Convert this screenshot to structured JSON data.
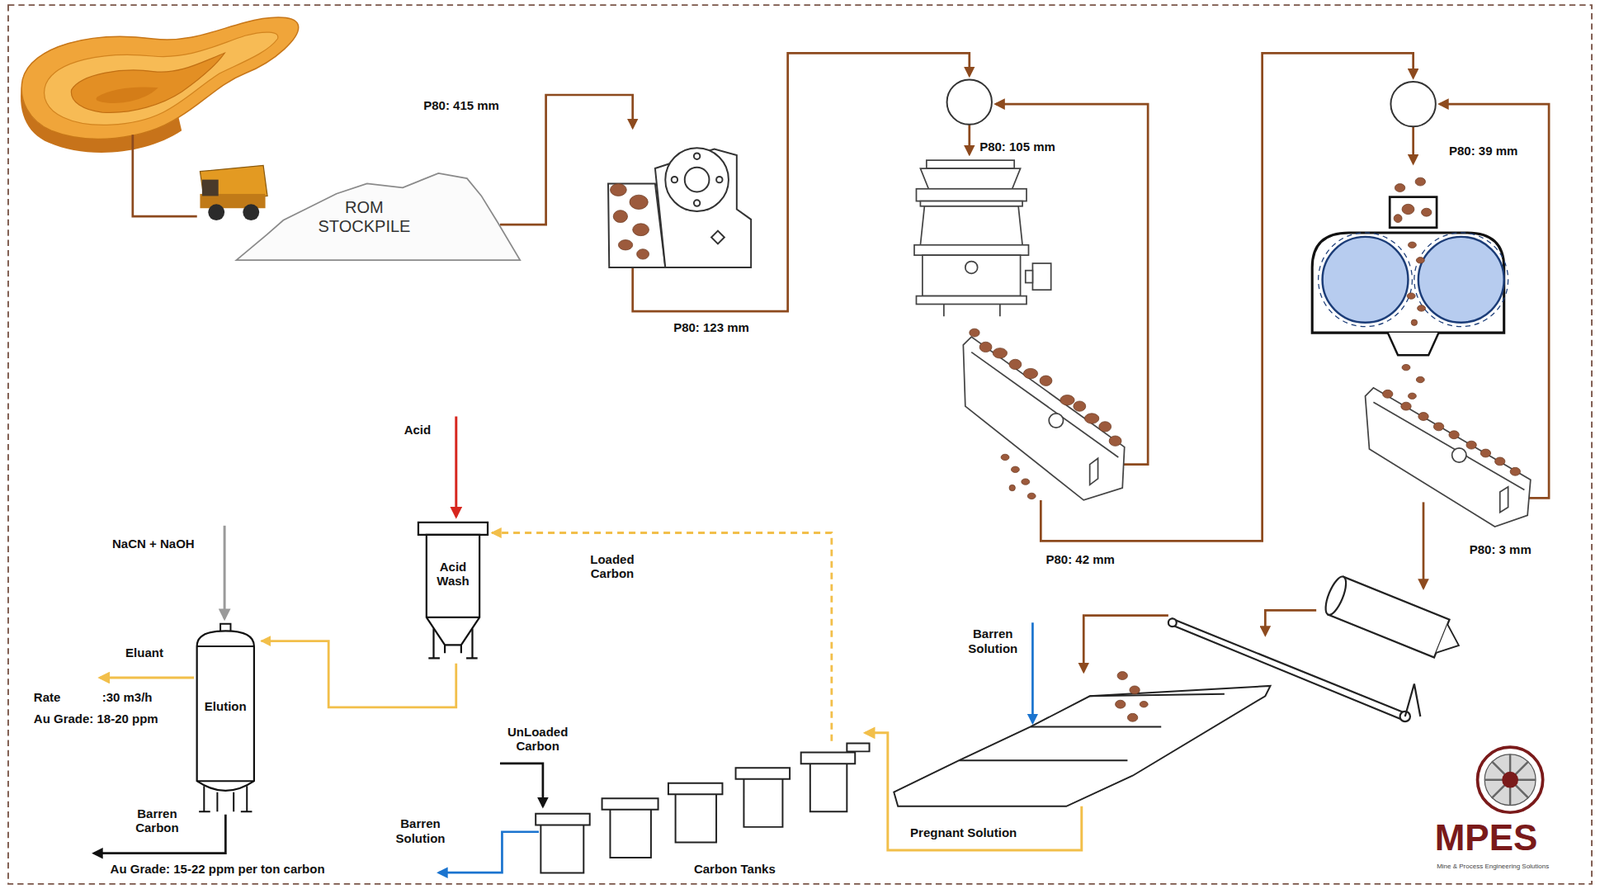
{
  "diagram": {
    "nodes": [
      {
        "text": [
          "ROM STOCKPILE"
        ]
      },
      {
        "text": [
          "Acid Wash"
        ]
      },
      {
        "text": [
          "Elution"
        ]
      },
      {
        "text": [
          "Carbon Tanks"
        ]
      }
    ],
    "edges": [
      {
        "from": 3,
        "to": 1,
        "arrow": "to",
        "label": "Loaded Carbon"
      },
      {
        "from": 1,
        "to": 2,
        "arrow": "to"
      }
    ],
    "labels": [
      "P80: 415 mm",
      "P80: 105 mm",
      "P80: 39 mm",
      "P80: 123 mm",
      "Acid",
      "P80: 42 mm",
      "P80: 3 mm",
      "NaCN + NaOH",
      "Barren Solution",
      "Eluant",
      "Rate",
      ":30 m3/h",
      "Au Grade: 18-20 ppm",
      "UnLoaded Carbon",
      "Barren Carbon",
      "Barren Solution",
      "Pregnant Solution",
      "MPES",
      "Au Grade: 15-22 ppm per ton carbon",
      "Mine & Process Engineering Solutions"
    ]
  }
}
